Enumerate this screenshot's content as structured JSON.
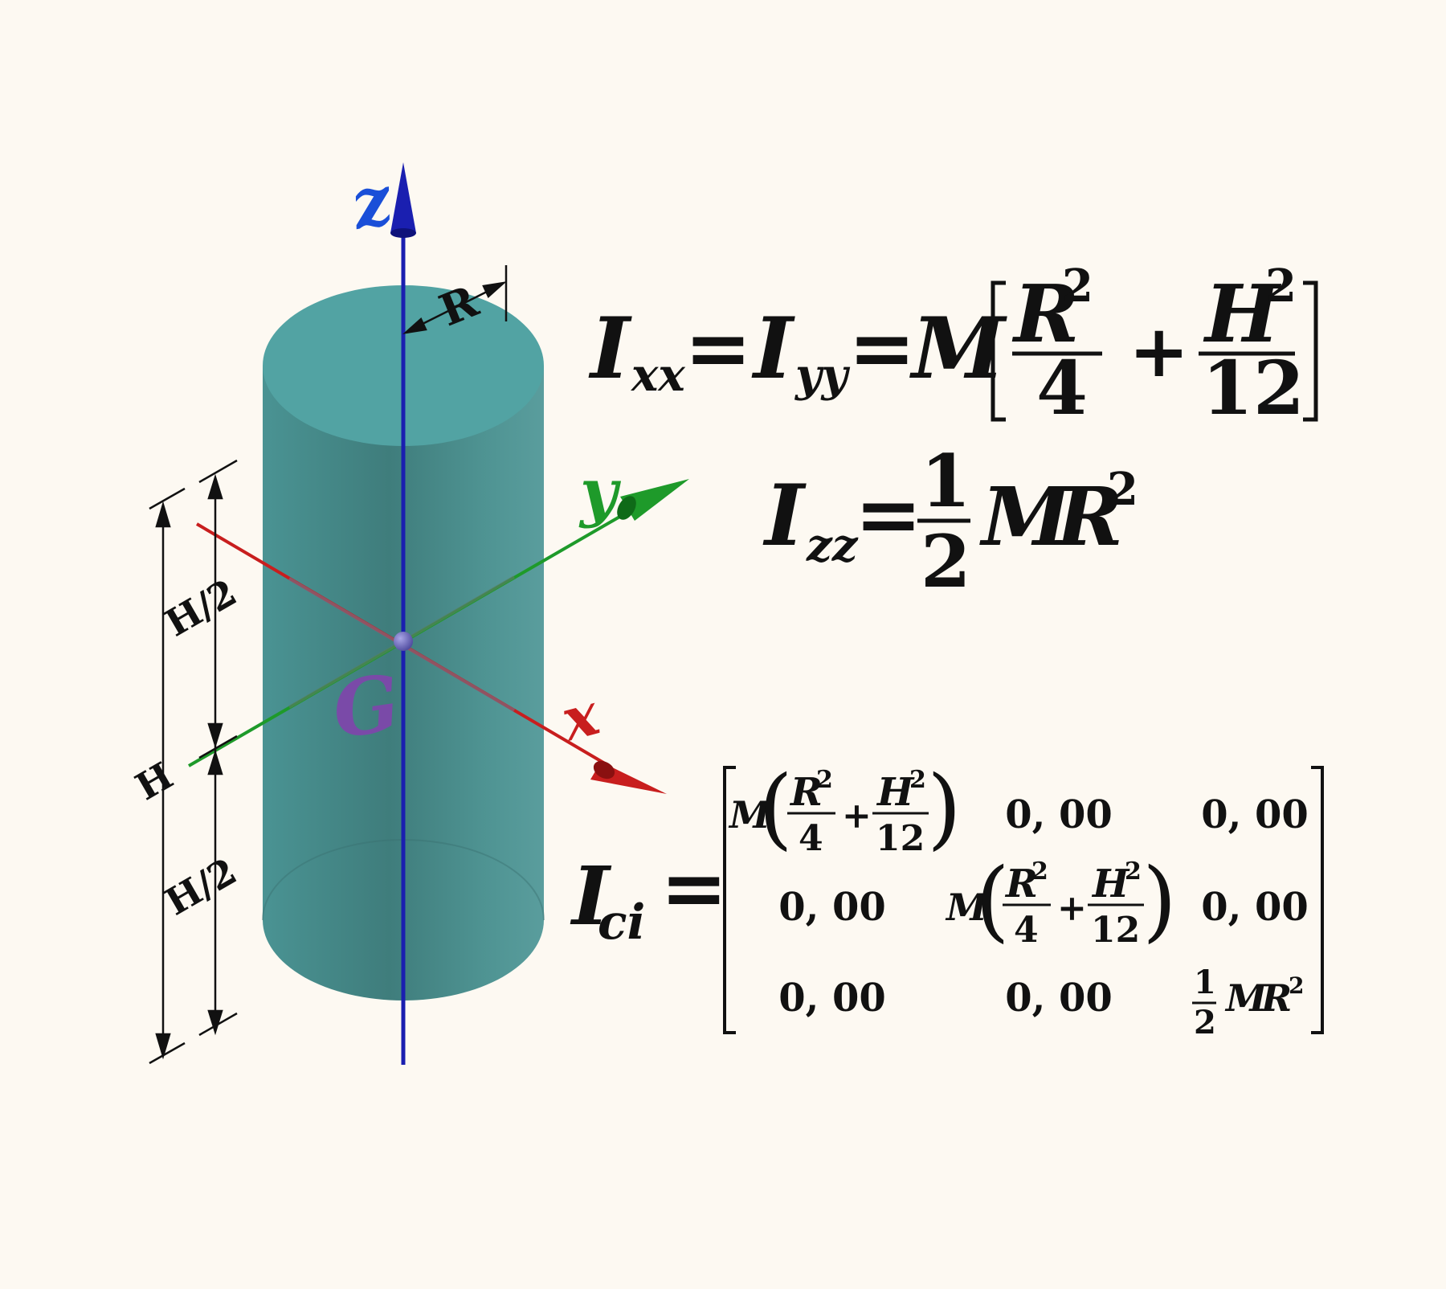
{
  "colors": {
    "background": "#fdf9f2",
    "cylinder": "#4f9c9c",
    "z_axis": "#1a1fb0",
    "y_axis": "#1e9a2a",
    "x_axis": "#c81e1e",
    "centroid_label": "#7a4aa8"
  },
  "diagram": {
    "axis_z_label": "z",
    "axis_y_label": "y",
    "axis_x_label": "x",
    "centroid_label": "G",
    "radius_label": "R",
    "height_label": "H",
    "half_height_top_label": "H/2",
    "half_height_bottom_label": "H/2"
  },
  "equations": {
    "ixx_iyy": {
      "I": "I",
      "sub_xx": "xx",
      "sub_yy": "yy",
      "eq": "=",
      "M": "M",
      "frac1_num": "R",
      "frac1_den": "4",
      "plus": "+",
      "frac2_num": "H",
      "frac2_den": "12",
      "exp": "2"
    },
    "izz": {
      "I": "I",
      "sub": "zz",
      "eq": "=",
      "num": "1",
      "den": "2",
      "M": "M",
      "R": "R",
      "exp": "2"
    },
    "matrix": {
      "I": "I",
      "sub": "ci",
      "eq": "=",
      "zero": "0, 00",
      "M": "M",
      "R": "R",
      "H": "H",
      "four": "4",
      "twelve": "12",
      "plus": "+",
      "exp": "2",
      "half_num": "1",
      "half_den": "2"
    }
  }
}
